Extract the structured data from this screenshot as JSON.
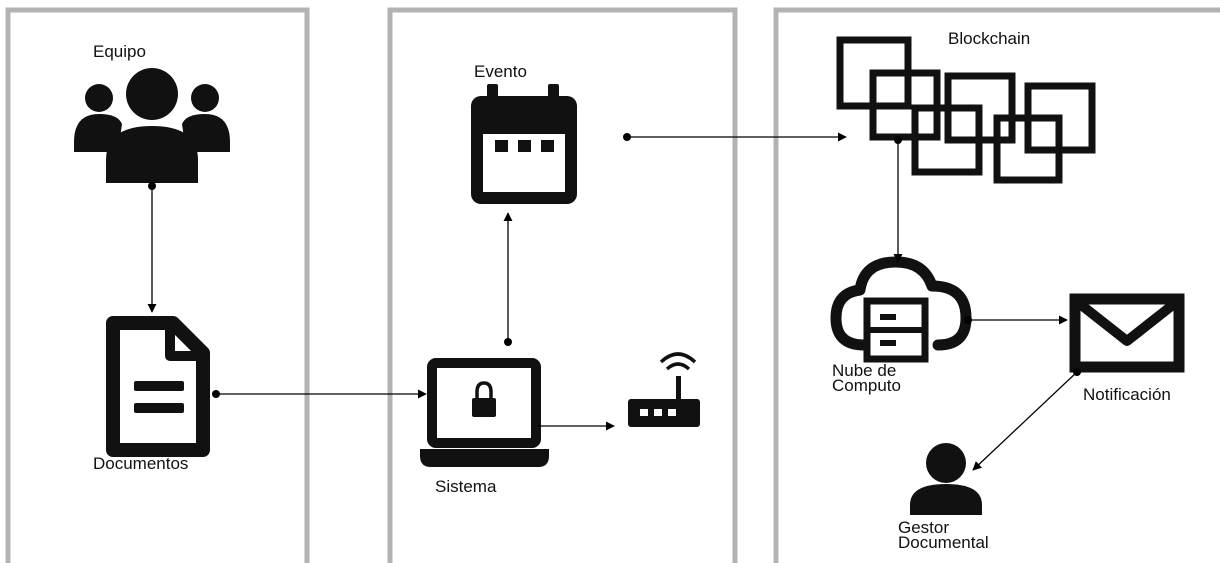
{
  "labels": {
    "equipo": "Equipo",
    "documentos": "Documentos",
    "evento": "Evento",
    "sistema": "Sistema",
    "blockchain": "Blockchain",
    "nube_line1": "Nube de",
    "nube_line2": "Computo",
    "notificacion": "Notificación",
    "gestor_line1": "Gestor",
    "gestor_line2": "Documental"
  },
  "colors": {
    "panel_border": "#b3b3b3",
    "icon": "#111111",
    "connector": "#000000"
  }
}
